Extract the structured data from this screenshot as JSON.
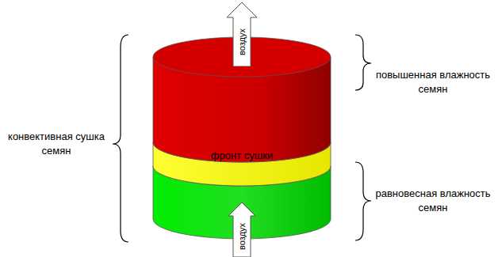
{
  "diagram": {
    "nodes": [
      {
        "text": [
          "воздух"
        ]
      },
      {
        "text": [
          "фронт сушки"
        ]
      },
      {
        "text": [
          "воздух"
        ]
      }
    ],
    "labels": [
      "конвективная сушка семян",
      "повышенная влажность семян",
      "равновесная влажность семян"
    ]
  }
}
